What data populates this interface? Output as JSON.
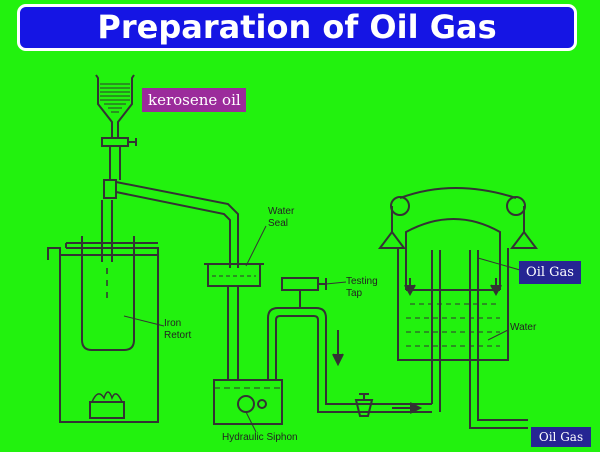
{
  "title": "Preparation of Oil Gas",
  "labels": {
    "kerosene_oil": "kerosene oil",
    "water_seal_1": "Water",
    "water_seal_2": "Seal",
    "testing_tap_1": "Testing",
    "testing_tap_2": "Tap",
    "iron_retort_1": "Iron",
    "iron_retort_2": "Retort",
    "oil_gas_holder": "Oil Gas",
    "water": "Water",
    "hydraulic_siphon": "Hydraulic Siphon",
    "oil_gas_outlet": "Oil Gas"
  },
  "colors": {
    "background": "#22f20e",
    "title_bg": "#1515e4",
    "kerosene_tag": "#9b2b9b",
    "gas_tag": "#262693",
    "line": "#333333"
  }
}
